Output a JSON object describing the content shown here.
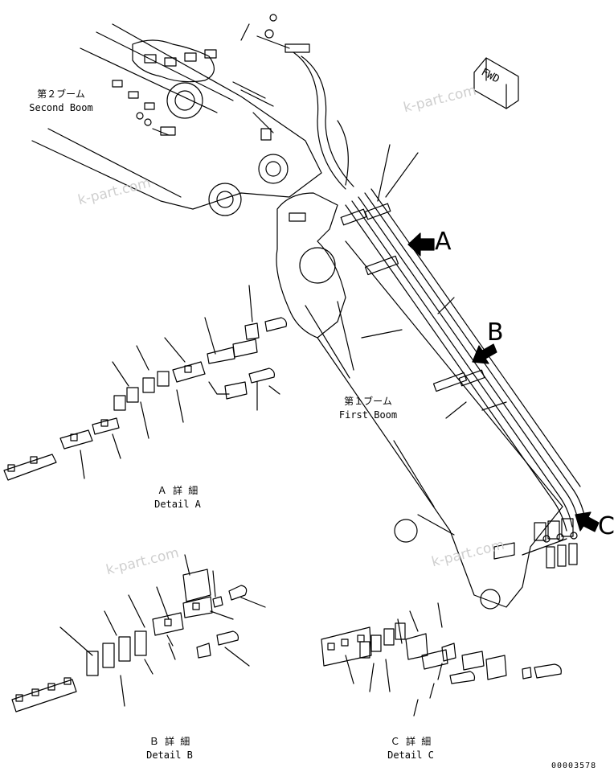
{
  "labels": {
    "second_boom_jp": "第２ブーム",
    "second_boom_en": "Second Boom",
    "first_boom_jp": "第１ブーム",
    "first_boom_en": "First Boom",
    "detail_a_jp": "Ａ 詳 細",
    "detail_a_en": "Detail A",
    "detail_b_jp": "Ｂ 詳 細",
    "detail_b_en": "Detail B",
    "detail_c_jp": "Ｃ 詳 細",
    "detail_c_en": "Detail C",
    "fwd": "FWD",
    "arrow_a": "A",
    "arrow_b": "B",
    "arrow_c": "C"
  },
  "watermark": "k-part.com",
  "part_number": "00003578"
}
